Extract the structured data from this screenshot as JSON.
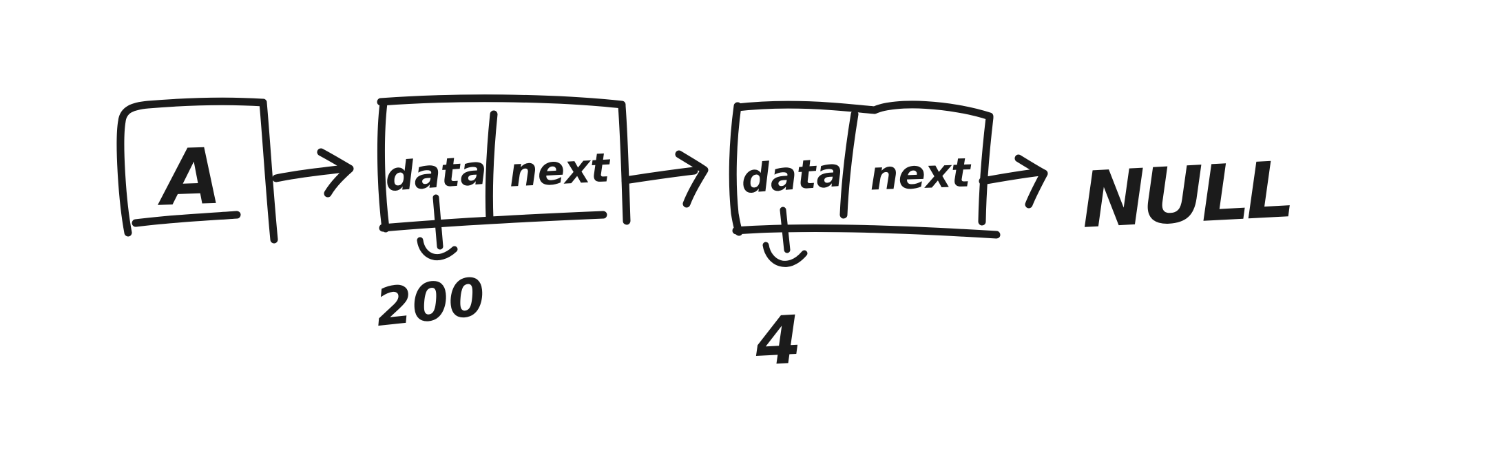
{
  "diagram": {
    "kind": "hand-drawn linked list sketch",
    "ink_color": "#1b1b1b",
    "background_color": "#ffffff",
    "head": {
      "label": "A"
    },
    "nodes": [
      {
        "data_label": "data",
        "next_label": "next",
        "value": "200"
      },
      {
        "data_label": "data",
        "next_label": "next",
        "value": "4"
      }
    ],
    "terminator_label": "NULL"
  }
}
